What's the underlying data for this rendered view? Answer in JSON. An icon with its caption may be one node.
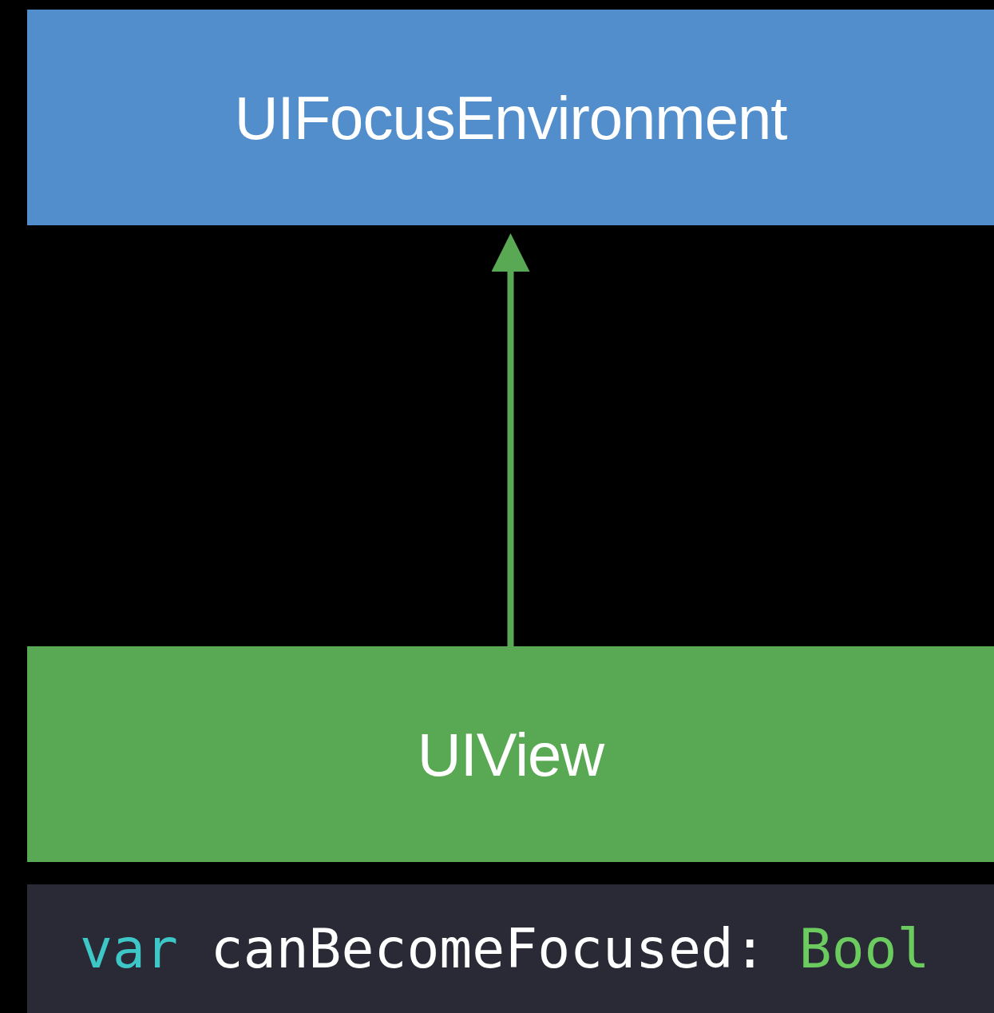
{
  "diagram": {
    "nodes": [
      {
        "text": [
          "UIFocusEnvironment"
        ]
      },
      {
        "text": [
          "UIView"
        ]
      },
      {
        "text": [
          "var",
          "canBecomeFocused:",
          "Bool"
        ]
      }
    ],
    "edges": [
      {
        "from": 1,
        "to": 0,
        "arrow": "to",
        "color": "#58a854"
      }
    ]
  }
}
